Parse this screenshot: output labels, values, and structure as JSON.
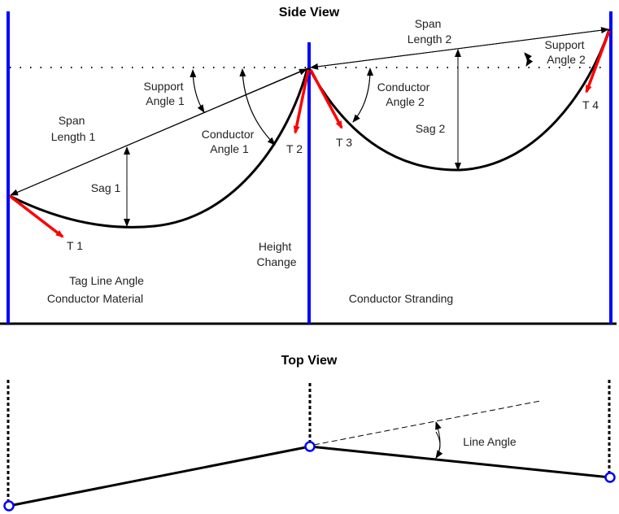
{
  "side_view": {
    "title": "Side View",
    "labels": {
      "span_length_1": [
        "Span",
        "Length 1"
      ],
      "support_angle_1": [
        "Support",
        "Angle 1"
      ],
      "conductor_angle_1": [
        "Conductor",
        "Angle 1"
      ],
      "sag_1": "Sag 1",
      "t1": "T 1",
      "t2": "T 2",
      "height_change": [
        "Height",
        "Change"
      ],
      "tag_line_angle": "Tag Line Angle",
      "conductor_material": "Conductor Material",
      "span_length_2": [
        "Span",
        "Length 2"
      ],
      "support_angle_2": [
        "Support",
        "Angle 2"
      ],
      "conductor_angle_2": [
        "Conductor",
        "Angle 2"
      ],
      "sag_2": "Sag 2",
      "t3": "T 3",
      "t4": "T 4",
      "conductor_stranding": "Conductor Stranding"
    }
  },
  "top_view": {
    "title": "Top View",
    "labels": {
      "line_angle": "Line Angle"
    }
  },
  "colors": {
    "pole": "#0000ff",
    "tension_arrow": "#ff0000",
    "conductor": "#000000",
    "node": "#0000ff"
  }
}
